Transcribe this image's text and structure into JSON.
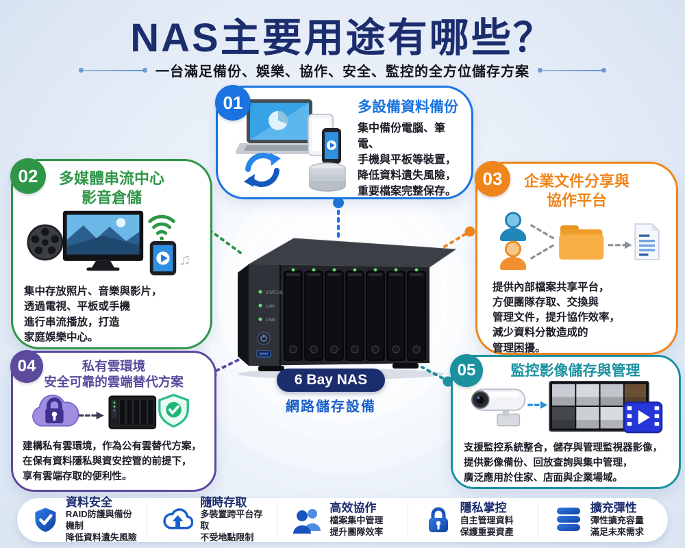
{
  "title": "NAS主要用途有哪些？",
  "subtitle": "一台滿足備份、娛樂、協作、安全、監控的全方位儲存方案",
  "center": {
    "badge": "6 Bay NAS",
    "caption": "網路儲存設備",
    "led_labels": [
      "STATUS",
      "LAN",
      "USB"
    ]
  },
  "cards": [
    {
      "num": "01",
      "accent": "#1a73e0",
      "title": "多設備資料備份",
      "body": "集中備份電腦、筆電、\n手機與平板等裝置，\n降低資料遺失風險，\n重要檔案完整保存。"
    },
    {
      "num": "02",
      "accent": "#2e9647",
      "title": "多媒體串流中心\n影音倉儲",
      "body": "集中存放照片、音樂與影片，\n透過電視、平板或手機\n進行串流播放，打造\n家庭娛樂中心。"
    },
    {
      "num": "03",
      "accent": "#f0851c",
      "title": "企業文件分享與\n協作平台",
      "body": "提供內部檔案共享平台，\n方便團隊存取、交換與\n管理文件，提升協作效率，\n減少資料分散造成的\n管理困擾。"
    },
    {
      "num": "04",
      "accent": "#5b4a9e",
      "title": "私有雲環境\n安全可靠的雲端替代方案",
      "body": "建構私有雲環境，作為公有雲替代方案，\n在保有資料隱私與資安控管的前提下，\n享有雲端存取的便利性。"
    },
    {
      "num": "05",
      "accent": "#1b91a0",
      "title": "監控影像儲存與管理",
      "body": "支援監控系統整合，儲存與管理監視器影像，\n提供影像備份、回放查詢與集中管理，\n廣泛應用於住家、店面與企業場域。"
    }
  ],
  "footer": {
    "items": [
      {
        "icon": "shield-check-icon",
        "title": "資料安全",
        "line1": "RAID防護與備份機制",
        "line2": "降低資料遺失風險"
      },
      {
        "icon": "cloud-upload-icon",
        "title": "隨時存取",
        "line1": "多裝置跨平台存取",
        "line2": "不受地點限制"
      },
      {
        "icon": "people-icon",
        "title": "高效協作",
        "line1": "檔案集中管理",
        "line2": "提升團隊效率"
      },
      {
        "icon": "lock-icon",
        "title": "隱私掌控",
        "line1": "自主管理資料",
        "line2": "保護重要資產"
      },
      {
        "icon": "database-icon",
        "title": "擴充彈性",
        "line1": "彈性擴充容量",
        "line2": "滿足未來需求"
      }
    ]
  },
  "colors": {
    "title": "#1c2d6e",
    "card01_accent": "#1a73e0",
    "card02_accent": "#2e9647",
    "card03_accent": "#f0851c",
    "card04_accent": "#5b4a9e",
    "card05_accent": "#1b91a0",
    "pill_bg": "#1c2d6e",
    "caption_text": "#1a5fc8",
    "footer_title": "#1c2d6e",
    "background": "#e7eef8"
  }
}
